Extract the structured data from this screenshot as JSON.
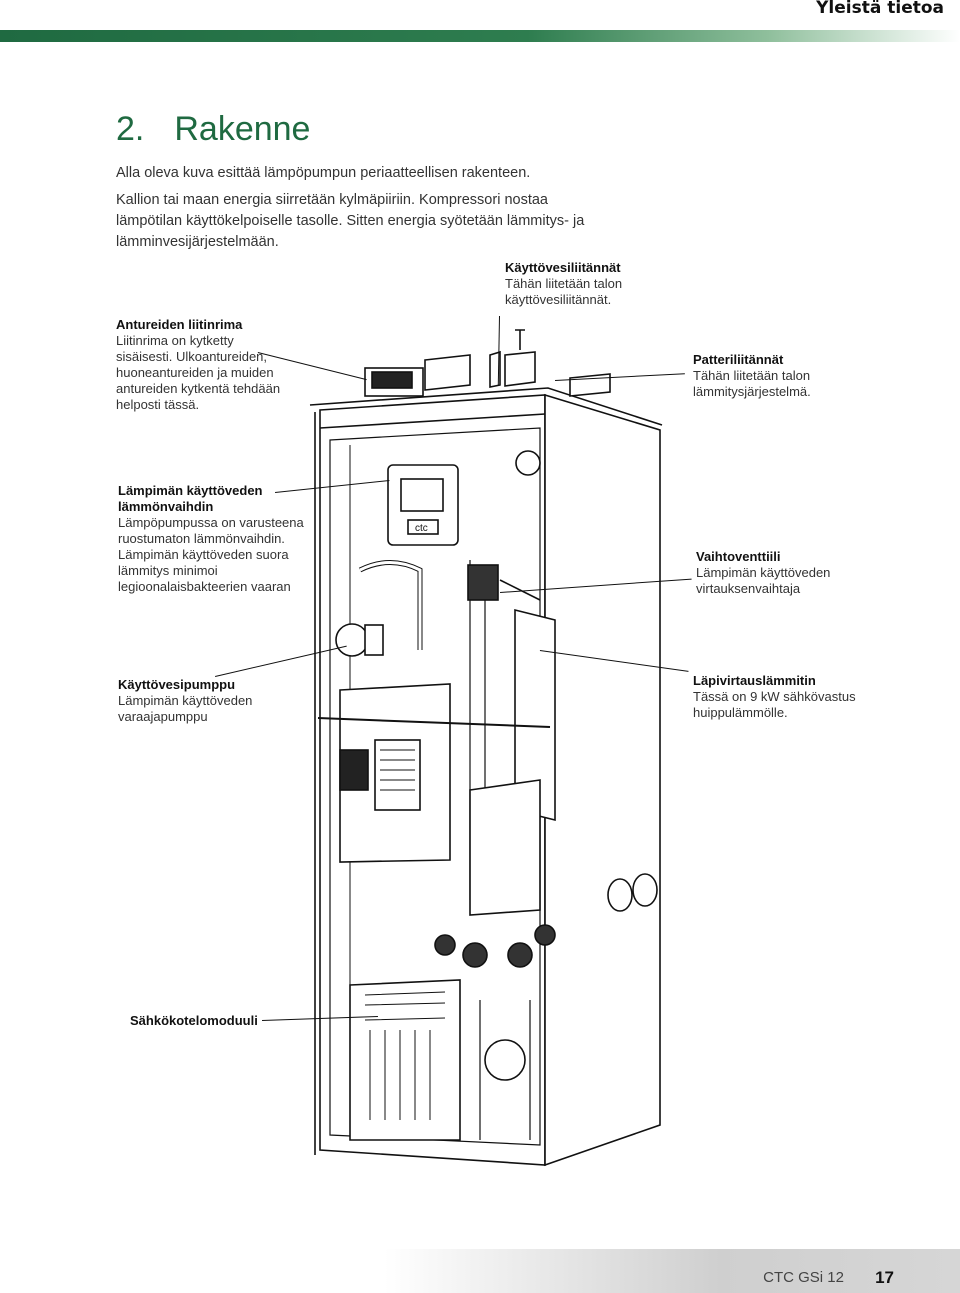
{
  "header": {
    "section_title": "Yleistä tietoa"
  },
  "chapter": {
    "number": "2.",
    "title": "Rakenne"
  },
  "intro": {
    "p1": "Alla oleva kuva esittää lämpöpumpun periaatteellisen rakenteen.",
    "p2": "Kallion tai maan energia siirretään kylmäpiiriin. Kompressori nostaa lämpötilan käyttökelpoiselle tasolle. Sitten energia syötetään lämmitys- ja lämminvesijärjestelmään."
  },
  "callouts": {
    "sensor_strip": {
      "heading": "Antureiden liitinrima",
      "body": "Liitinrima on kytketty sisäisesti. Ulkoantureiden, huoneantureiden ja muiden antureiden kytkentä tehdään helposti tässä."
    },
    "domestic_water": {
      "heading": "Käyttövesiliitännät",
      "body": "Tähän liitetään talon käyttövesiliitännät."
    },
    "radiator": {
      "heading": "Patteriliitännät",
      "body": "Tähän liitetään talon lämmitysjärjestelmä."
    },
    "hot_water_exchanger": {
      "heading": "Lämpimän käyttöveden lämmönvaihdin",
      "body": "Lämpöpumpussa on varusteena ruostumaton lämmönvaihdin. Lämpimän käyttöveden suora lämmitys minimoi legioonalaisbakteerien vaaran"
    },
    "diverter_valve": {
      "heading": "Vaihtoventtiili",
      "body": "Lämpimän käyttöveden virtauksenvaihtaja"
    },
    "hot_water_pump": {
      "heading": "Käyttövesipumppu",
      "body": "Lämpimän käyttöveden varaajapumppu"
    },
    "flow_heater": {
      "heading": "Läpivirtauslämmitin",
      "body": "Tässä on 9 kW sähkövastus huippulämmölle."
    },
    "electrical_module": {
      "heading": "Sähkökotelomoduuli",
      "body": ""
    }
  },
  "panel": {
    "logo_text": "ctc"
  },
  "footer": {
    "product": "CTC GSi 12",
    "page": "17"
  }
}
